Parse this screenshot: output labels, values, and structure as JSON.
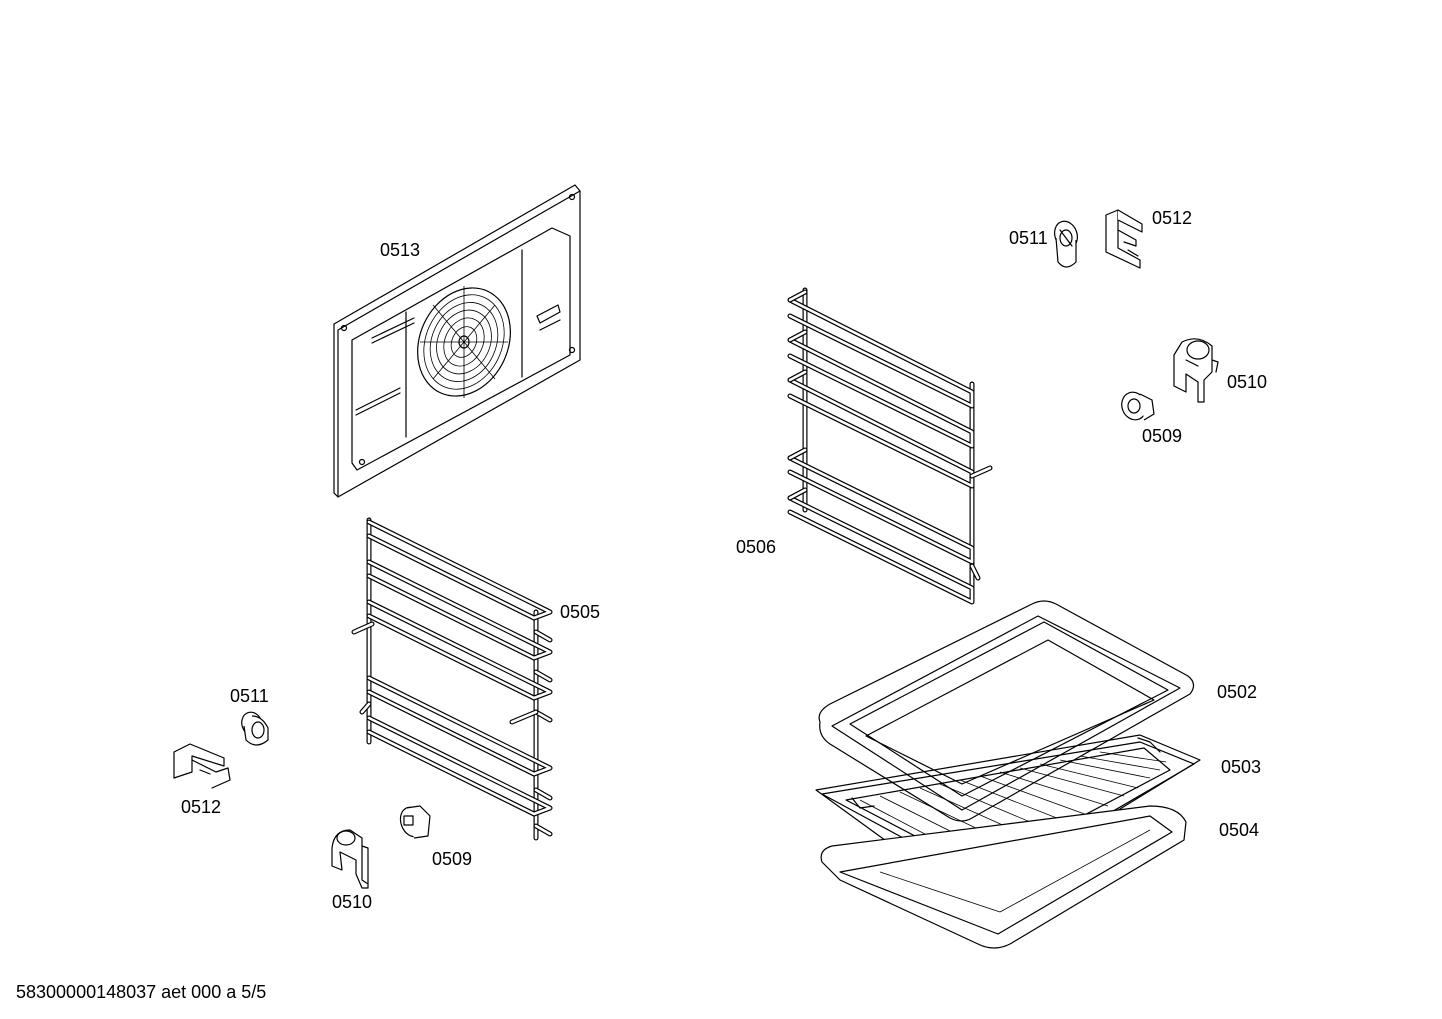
{
  "diagram": {
    "labels": [
      {
        "id": "l0513",
        "text": "0513"
      },
      {
        "id": "l0511r",
        "text": "0511"
      },
      {
        "id": "l0512r",
        "text": "0512"
      },
      {
        "id": "l0510r",
        "text": "0510"
      },
      {
        "id": "l0509r",
        "text": "0509"
      },
      {
        "id": "l0506",
        "text": "0506"
      },
      {
        "id": "l0505",
        "text": "0505"
      },
      {
        "id": "l0502",
        "text": "0502"
      },
      {
        "id": "l0503",
        "text": "0503"
      },
      {
        "id": "l0504",
        "text": "0504"
      },
      {
        "id": "l0511l",
        "text": "0511"
      },
      {
        "id": "l0512l",
        "text": "0512"
      },
      {
        "id": "l0509l",
        "text": "0509"
      },
      {
        "id": "l0510l",
        "text": "0510"
      }
    ],
    "footer": "58300000148037 aet 000 a 5/5"
  }
}
